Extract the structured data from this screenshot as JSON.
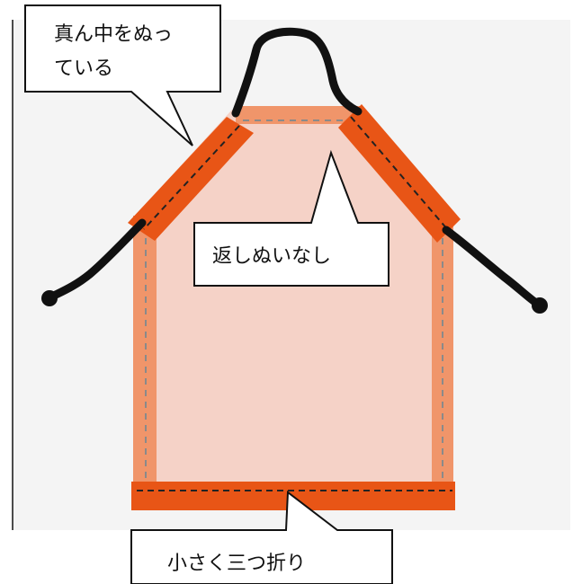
{
  "callouts": {
    "top_left": {
      "lines": [
        "真ん中をぬっ",
        "ている"
      ]
    },
    "middle_right": {
      "text": "返しぬいなし"
    },
    "bottom": {
      "text": "小さく三つ折り"
    }
  },
  "colors": {
    "body_fill": "#f5d2c7",
    "hem_light": "#f0956a",
    "hem_dark": "#e85516",
    "strap": "#111111",
    "stitch": "#222222",
    "background": "#f4f4f4"
  }
}
